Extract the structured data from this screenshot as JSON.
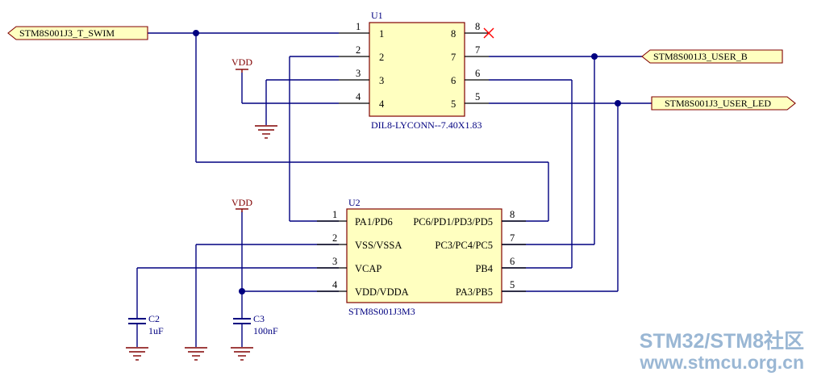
{
  "u1": {
    "designator": "U1",
    "footprint": "DIL8-LYCONN--7.40X1.83",
    "left_pins": [
      {
        "num": "1",
        "label": "1"
      },
      {
        "num": "2",
        "label": "2"
      },
      {
        "num": "3",
        "label": "3"
      },
      {
        "num": "4",
        "label": "4"
      }
    ],
    "right_pins": [
      {
        "num": "8",
        "label": "8"
      },
      {
        "num": "7",
        "label": "7"
      },
      {
        "num": "6",
        "label": "6"
      },
      {
        "num": "5",
        "label": "5"
      }
    ]
  },
  "u2": {
    "designator": "U2",
    "part": "STM8S001J3M3",
    "left_pins": [
      {
        "num": "1",
        "label": "PA1/PD6"
      },
      {
        "num": "2",
        "label": "VSS/VSSA"
      },
      {
        "num": "3",
        "label": "VCAP"
      },
      {
        "num": "4",
        "label": "VDD/VDDA"
      }
    ],
    "right_pins": [
      {
        "num": "8",
        "label": "PC6/PD1/PD3/PD5"
      },
      {
        "num": "7",
        "label": "PC3/PC4/PC5"
      },
      {
        "num": "6",
        "label": "PB4"
      },
      {
        "num": "5",
        "label": "PA3/PB5"
      }
    ]
  },
  "ports": {
    "swim": "STM8S001J3_T_SWIM",
    "user_b": "STM8S001J3_USER_B",
    "user_led": "STM8S001J3_USER_LED"
  },
  "power": {
    "vdd_top": "VDD",
    "vdd_bottom": "VDD"
  },
  "capacitors": {
    "c2": {
      "designator": "C2",
      "value": "1uF"
    },
    "c3": {
      "designator": "C3",
      "value": "100nF"
    }
  },
  "watermark": {
    "line1": "STM32/STM8社区",
    "line2": "www.stmcu.org.cn"
  },
  "colors": {
    "wire": "#000080",
    "power": "#800000",
    "component_fill": "#ffffc0",
    "watermark": "#9ab7d4"
  }
}
